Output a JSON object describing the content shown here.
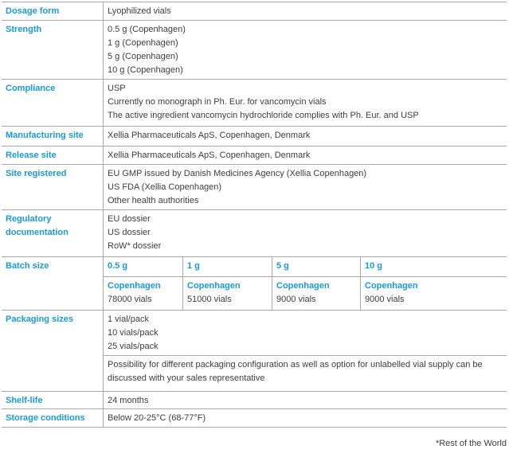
{
  "rows": {
    "dosage": {
      "label": "Dosage form",
      "lines": [
        "Lyophilized vials"
      ]
    },
    "strength": {
      "label": "Strength",
      "lines": [
        "0.5 g (Copenhagen)",
        "1 g (Copenhagen)",
        "5 g (Copenhagen)",
        "10 g (Copenhagen)"
      ]
    },
    "compliance": {
      "label": "Compliance",
      "lines": [
        "USP",
        "Currently no monograph in Ph. Eur. for vancomycin vials",
        "The active ingredient vancomycin hydrochloride complies with Ph. Eur. and USP"
      ]
    },
    "manufacturing": {
      "label": "Manufacturing site",
      "lines": [
        "Xellia Pharmaceuticals ApS, Copenhagen, Denmark"
      ]
    },
    "release": {
      "label": "Release site",
      "lines": [
        "Xellia Pharmaceuticals ApS, Copenhagen, Denmark"
      ]
    },
    "registered": {
      "label": "Site registered",
      "lines": [
        "EU GMP issued by Danish Medicines Agency (Xellia Copenhagen)",
        "US FDA (Xellia Copenhagen)",
        "Other health authorities"
      ]
    },
    "regulatory": {
      "label": "Regulatory documentation",
      "lines": [
        "EU dossier",
        "US dossier",
        "RoW* dossier"
      ]
    },
    "batch": {
      "label": "Batch size",
      "columns": [
        {
          "strength": "0.5 g",
          "site": "Copenhagen",
          "size": "78000 vials"
        },
        {
          "strength": "1 g",
          "site": "Copenhagen",
          "size": "51000 vials"
        },
        {
          "strength": "5 g",
          "site": "Copenhagen",
          "size": "9000 vials"
        },
        {
          "strength": "10 g",
          "site": "Copenhagen",
          "size": "9000 vials"
        }
      ]
    },
    "packaging": {
      "label": "Packaging sizes",
      "lines": [
        "1 vial/pack",
        "10 vials/pack",
        "25 vials/pack"
      ],
      "note": "Possibility for different packaging configuration as well as option for unlabelled vial supply can be discussed with your sales representative"
    },
    "shelf": {
      "label": "Shelf-life",
      "lines": [
        "24 months"
      ]
    },
    "storage": {
      "label": "Storage conditions",
      "lines": [
        "Below 20-25°C (68-77°F)"
      ]
    }
  },
  "footnote": "*Rest of the World"
}
